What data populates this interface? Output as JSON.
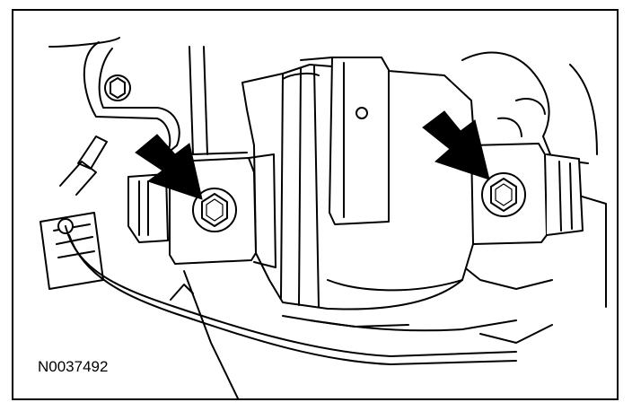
{
  "figure": {
    "id_label": "N0037492"
  },
  "callouts": [
    {
      "icon": "arrow-pointer",
      "target": "left-nut"
    },
    {
      "icon": "arrow-pointer",
      "target": "right-nut"
    }
  ],
  "colors": {
    "line": "#000000",
    "background": "#ffffff"
  }
}
